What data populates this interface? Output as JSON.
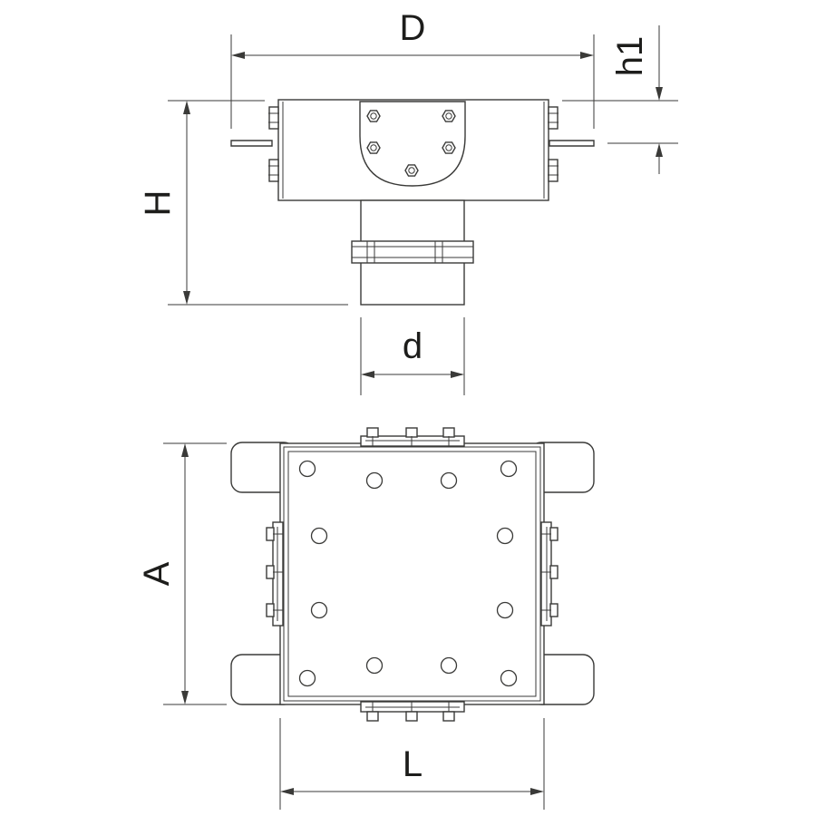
{
  "dimensions": {
    "D": "D",
    "h1": "h1",
    "H": "H",
    "d": "d",
    "A": "A",
    "L": "L"
  },
  "colors": {
    "line": "#3a3a38",
    "text": "#1d1d1b",
    "background": "#ffffff"
  }
}
